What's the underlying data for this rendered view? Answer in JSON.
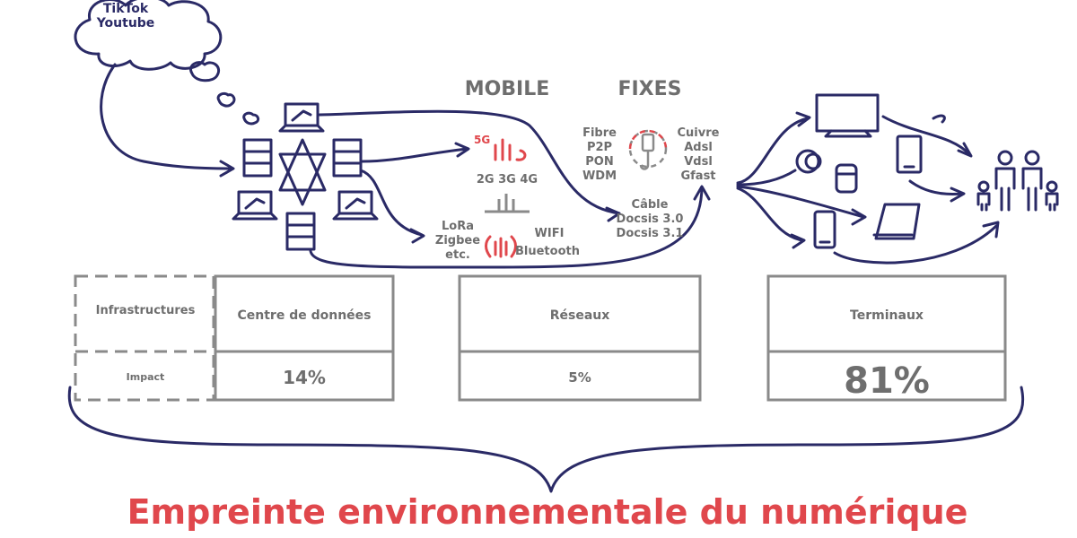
{
  "colors": {
    "navy": "#2a2a66",
    "grey": "#7a7a7a",
    "red": "#e0474c"
  },
  "cloud": {
    "line1": "TikTok",
    "line2": "Youtube"
  },
  "network_headers": {
    "mobile": "MOBILE",
    "fixes": "FIXES"
  },
  "mobile": {
    "badge_5g": "5G",
    "gens": "2G 3G 4G",
    "iot_1": "LoRa",
    "iot_2": "Zigbee",
    "iot_3": "etc.",
    "wifi": "WIFI",
    "bluetooth": "Bluetooth"
  },
  "fixes": {
    "fibre_1": "Fibre",
    "fibre_2": "P2P",
    "fibre_3": "PON",
    "fibre_4": "WDM",
    "cuivre_1": "Cuivre",
    "cuivre_2": "Adsl",
    "cuivre_3": "Vdsl",
    "cuivre_4": "Gfast",
    "cable_1": "Câble",
    "cable_2": "Docsis 3.0",
    "cable_3": "Docsis 3.1"
  },
  "table": {
    "row_label_1": "Infrastructures",
    "row_label_2": "Impact",
    "datacenter": {
      "title": "Centre de données",
      "impact": "14%"
    },
    "reseaux": {
      "title": "Réseaux",
      "impact": "5%"
    },
    "terminaux": {
      "title": "Terminaux",
      "impact": "81%"
    }
  },
  "footer_title": "Empreinte environnementale du numérique",
  "icons": [
    "cloud-icon",
    "server-icon",
    "laptop-icon",
    "network-star-icon",
    "antenna-icon",
    "cable-plug-icon",
    "tv-icon",
    "tablet-icon",
    "smartphone-icon",
    "smartwatch-icon",
    "speaker-icon",
    "people-icon"
  ]
}
